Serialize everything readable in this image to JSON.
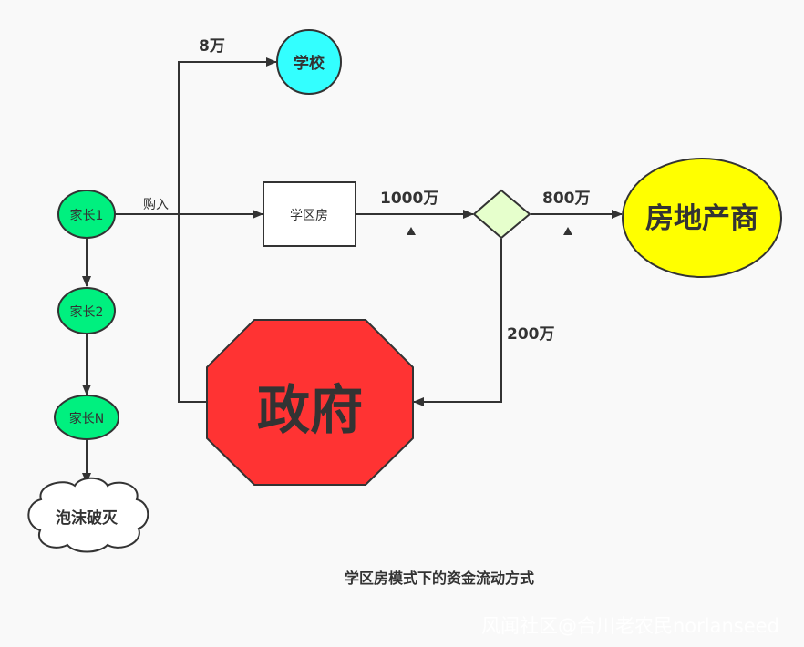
{
  "diagram": {
    "title": "学区房模式下的资金流动方式",
    "nodes": {
      "parent1": {
        "label": "家长1",
        "color": "#00f07f"
      },
      "parent2": {
        "label": "家长2",
        "color": "#00f07f"
      },
      "parentN": {
        "label": "家长N",
        "color": "#00f07f"
      },
      "bubble": {
        "label": "泡沫破灭",
        "color": "#ffffff"
      },
      "school": {
        "label": "学校",
        "color": "#33ffff"
      },
      "house": {
        "label": "学区房",
        "color": "#ffffff"
      },
      "decision": {
        "label": "",
        "color": "#e6ffcc"
      },
      "developer": {
        "label": "房地产商",
        "color": "#ffff00"
      },
      "government": {
        "label": "政府",
        "color": "#ff3333"
      }
    },
    "edges": {
      "buy": "购入",
      "to_school": "8万",
      "house_to_split": "1000万",
      "to_developer": "800万",
      "to_government": "200万"
    },
    "stroke_color": "#333333"
  },
  "watermark": "风闻社区@合川老农民norlanseed"
}
